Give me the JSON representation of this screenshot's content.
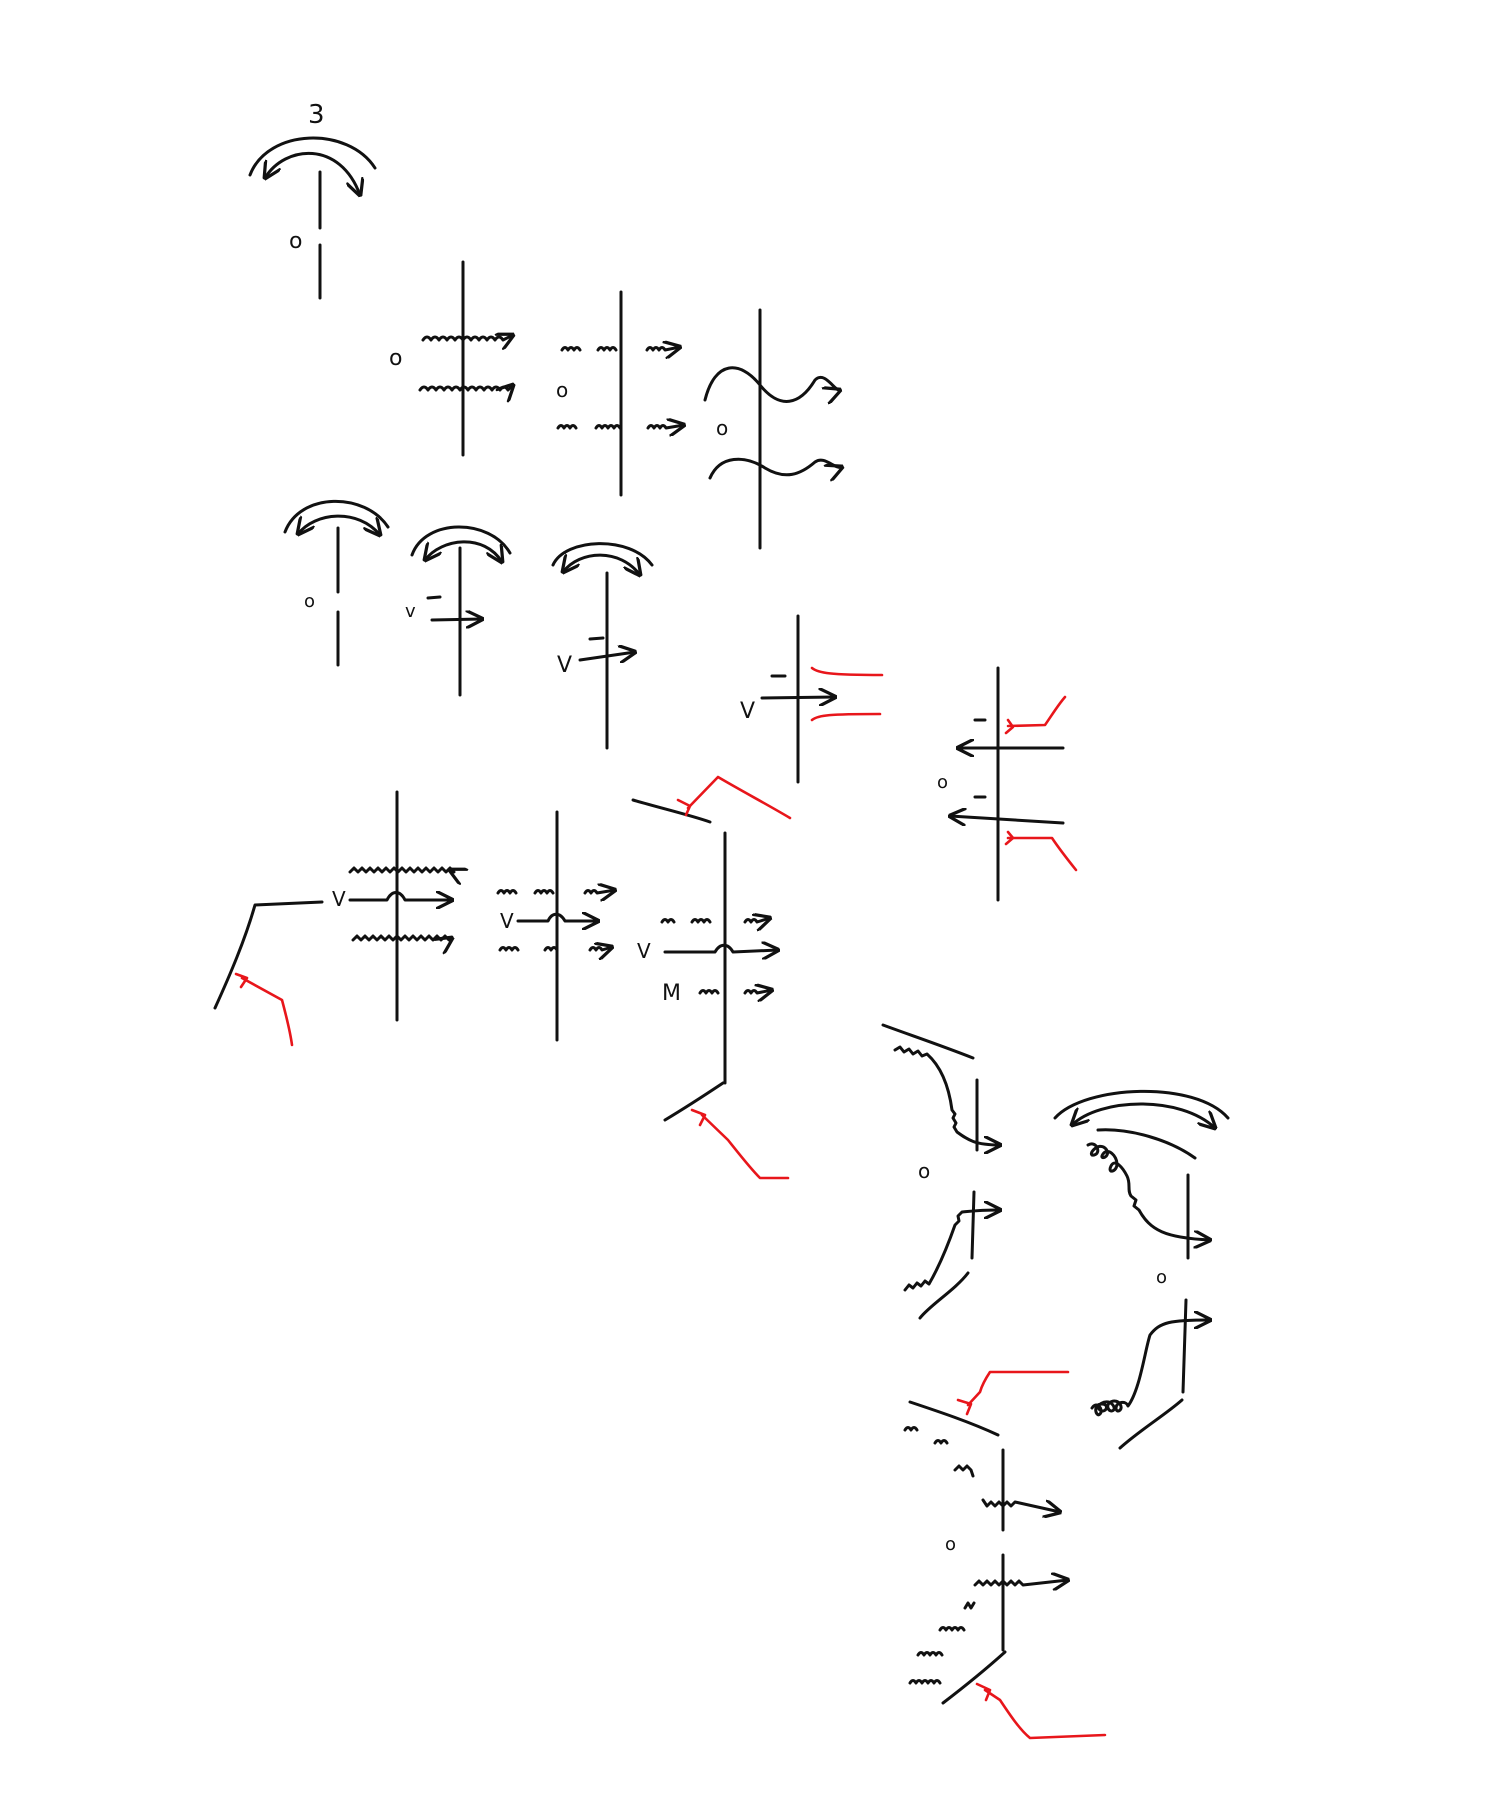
{
  "sheet": {
    "background": "#ffffff",
    "ink_color": "#111111",
    "accent_color": "#e8161b",
    "numeral": "3",
    "mark_open": "o",
    "mark_v": "V",
    "mark_v_small": "v",
    "mark_m": "M",
    "mark_dash": "–"
  }
}
